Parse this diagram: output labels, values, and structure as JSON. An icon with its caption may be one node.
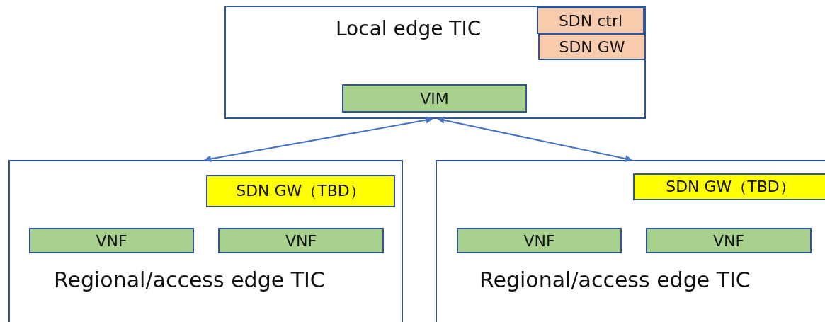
{
  "diagram": {
    "nodes": [
      {
        "text": [
          "Local edge TIC"
        ]
      },
      {
        "text": [
          "SDN ctrl"
        ],
        "in": 0
      },
      {
        "text": [
          "SDN GW"
        ],
        "in": 0
      },
      {
        "text": [
          "VIM"
        ],
        "in": 0
      },
      {
        "text": [
          "Regional/access edge TIC"
        ]
      },
      {
        "text": [
          "SDN GW（TBD）"
        ],
        "in": 4
      },
      {
        "text": [
          "VNF"
        ],
        "in": 4
      },
      {
        "text": [
          "VNF"
        ],
        "in": 4
      },
      {
        "text": [
          "Regional/access edge TIC"
        ]
      },
      {
        "text": [
          "SDN GW（TBD）"
        ],
        "in": 8
      },
      {
        "text": [
          "VNF"
        ],
        "in": 8
      },
      {
        "text": [
          "VNF"
        ],
        "in": 8
      }
    ],
    "edges": [
      {
        "from": 0,
        "to": 4,
        "arrow": "both"
      },
      {
        "from": 0,
        "to": 8,
        "arrow": "both"
      }
    ]
  }
}
